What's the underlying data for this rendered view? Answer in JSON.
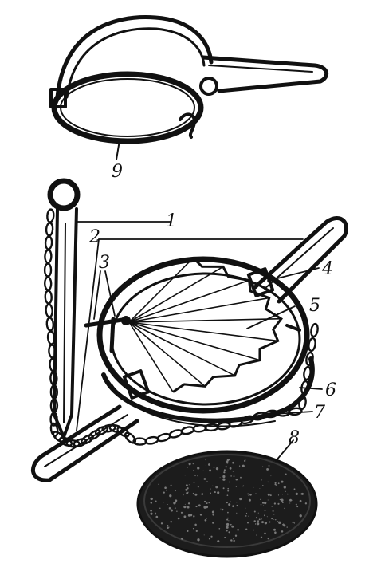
{
  "figure": {
    "labels": [
      {
        "id": "1",
        "text": "1"
      },
      {
        "id": "2",
        "text": "2"
      },
      {
        "id": "3",
        "text": "3"
      },
      {
        "id": "4",
        "text": "4"
      },
      {
        "id": "5",
        "text": "5"
      },
      {
        "id": "6",
        "text": "6"
      },
      {
        "id": "7",
        "text": "7"
      },
      {
        "id": "8",
        "text": "8"
      },
      {
        "id": "9",
        "text": "9"
      }
    ],
    "colors": {
      "ink": "#111111",
      "paper": "#ffffff",
      "disk": "#1c1c1c"
    }
  }
}
